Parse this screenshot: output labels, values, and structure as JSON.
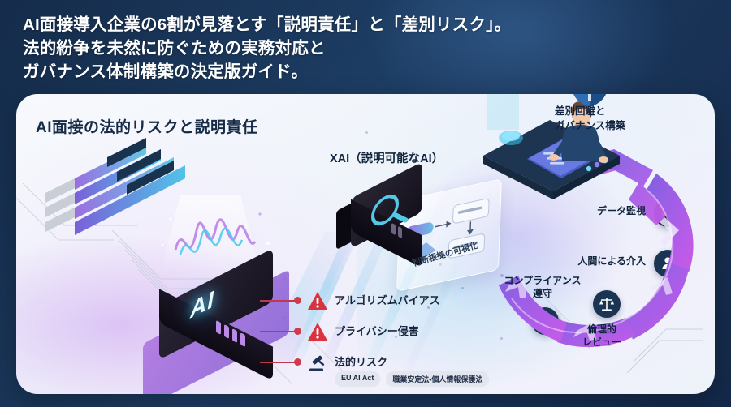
{
  "header": {
    "lines": [
      "AI面接導入企業の6割が見落とす「説明責任」と「差別リスク」。",
      "法的紛争を未然に防ぐための実務対応と",
      "ガバナンス体制構築の決定版ガイド。"
    ],
    "bg_color": "#17304f"
  },
  "card": {
    "title": "AI面接の法的リスクと説明責任",
    "bg_color": "#f2f5fb"
  },
  "chip": {
    "label": "AI"
  },
  "xai": {
    "title": "XAI（説明可能なAI）",
    "panel_label": "判断根拠の可視化"
  },
  "risks": {
    "items": [
      {
        "icon": "warning-triangle-icon",
        "label": "アルゴリズムバイアス",
        "color": "#d32f3f",
        "badges": []
      },
      {
        "icon": "warning-triangle-icon",
        "label": "プライバシー侵害",
        "color": "#d32f3f",
        "badges": []
      },
      {
        "icon": "gavel-icon",
        "label": "法的リスク",
        "color": "#1b3456",
        "badges": [
          "EU AI Act",
          "職業安定法・個人情報保護法"
        ]
      }
    ]
  },
  "governance": {
    "icon": "shield-icon",
    "lines": [
      "差別回避と",
      "ガバナンス構築"
    ],
    "shield_color": "#2f6db5"
  },
  "cycle": {
    "accent_color": "#a963e8",
    "node_bg": "#1a3553",
    "nodes": [
      {
        "icon": "database-icon",
        "label": "データ監視"
      },
      {
        "icon": "person-icon",
        "label": "人間による介入"
      },
      {
        "icon": "scales-icon",
        "label_lines": [
          "倫理的",
          "レビュー"
        ]
      },
      {
        "icon": "shield-check-icon",
        "label_lines": [
          "コンプライアンス",
          "遵守"
        ]
      }
    ]
  }
}
